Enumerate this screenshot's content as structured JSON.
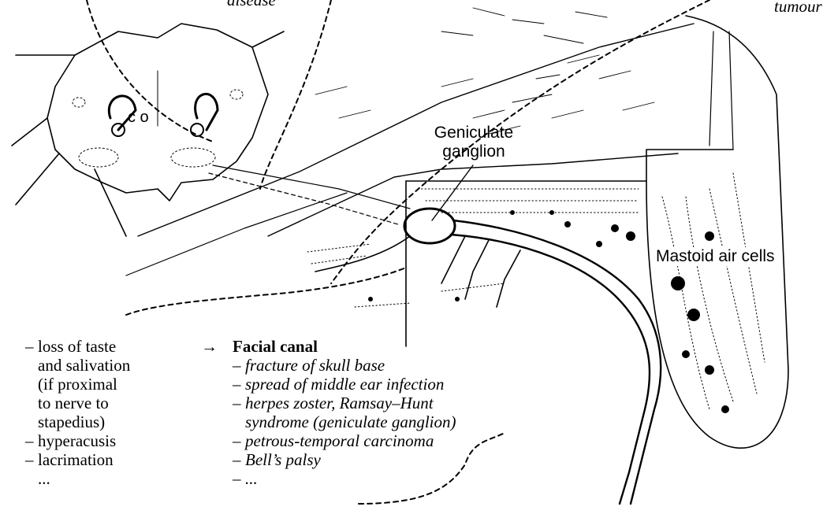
{
  "labels": {
    "top_left_cut": "disease",
    "top_right_cut": "tumour",
    "geniculate_line1": "Geniculate",
    "geniculate_line2": "ganglion",
    "mastoid": "Mastoid air cells"
  },
  "left_list": [
    "loss of taste",
    "and salivation",
    "(if proximal",
    "to nerve to",
    "stapedius)",
    "hyperacusis",
    "lacrimation",
    "..."
  ],
  "canal": {
    "arrow": "→",
    "title": "Facial canal",
    "items": [
      "fracture of skull base",
      "spread of middle ear infection",
      "herpes zoster, Ramsay–Hunt",
      "syndrome (geniculate ganglion)",
      "petrous-temporal carcinoma",
      "Bell’s palsy",
      "..."
    ]
  },
  "colors": {
    "ink": "#000000",
    "paper": "#ffffff"
  }
}
